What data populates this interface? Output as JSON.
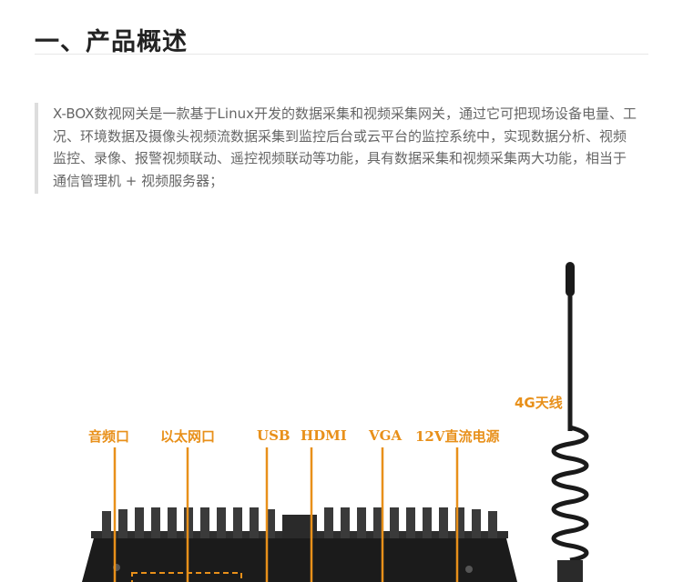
{
  "section": {
    "title": "一、产品概述"
  },
  "intro": {
    "text": "X-BOX数视网关是一款基于Linux开发的数据采集和视频采集网关，通过它可把现场设备电量、工况、环境数据及摄像头视频流数据采集到监控后台或云平台的监控系统中，实现数据分析、视频监控、录像、报警视频联动、遥控视频联动等功能，具有数据采集和视频采集两大功能，相当于通信管理机 + 视频服务器；"
  },
  "figure": {
    "antenna_label": "4G天线",
    "port_labels": {
      "audio": "音频口",
      "ethernet": "以太网口",
      "usb": "USB",
      "hdmi": "HDMI",
      "vga": "VGA",
      "power": "12V直流电源"
    },
    "accent_color": "#e8901a"
  }
}
